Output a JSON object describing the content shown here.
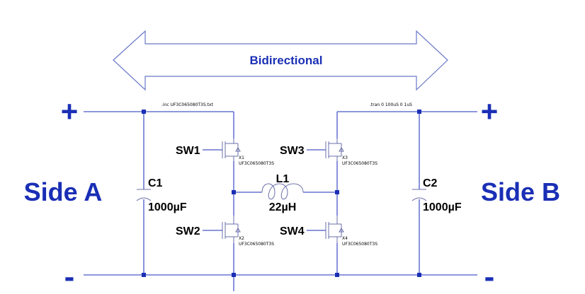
{
  "arrow": {
    "label": "Bidirectional"
  },
  "side_a": {
    "label": "Side A",
    "plus": "+",
    "minus": "-"
  },
  "side_b": {
    "label": "Side B",
    "plus": "+",
    "minus": "-"
  },
  "directives": {
    "inc": ".inc UF3C065080T3S.txt",
    "tran": ".tran 0 100uS 0 1uS"
  },
  "c1": {
    "ref": "C1",
    "value": "1000µF"
  },
  "c2": {
    "ref": "C2",
    "value": "1000µF"
  },
  "l1": {
    "ref": "L1",
    "value": "22µH"
  },
  "switches": [
    {
      "label": "SW1",
      "inst": "X1",
      "model": "UF3C065080T3S"
    },
    {
      "label": "SW2",
      "inst": "X2",
      "model": "UF3C065080T3S"
    },
    {
      "label": "SW3",
      "inst": "X3",
      "model": "UF3C065080T3S"
    },
    {
      "label": "SW4",
      "inst": "X4",
      "model": "UF3C065080T3S"
    }
  ],
  "colors": {
    "label_blue": "#1a2fb5",
    "wire_blue": "#4a58c8"
  }
}
